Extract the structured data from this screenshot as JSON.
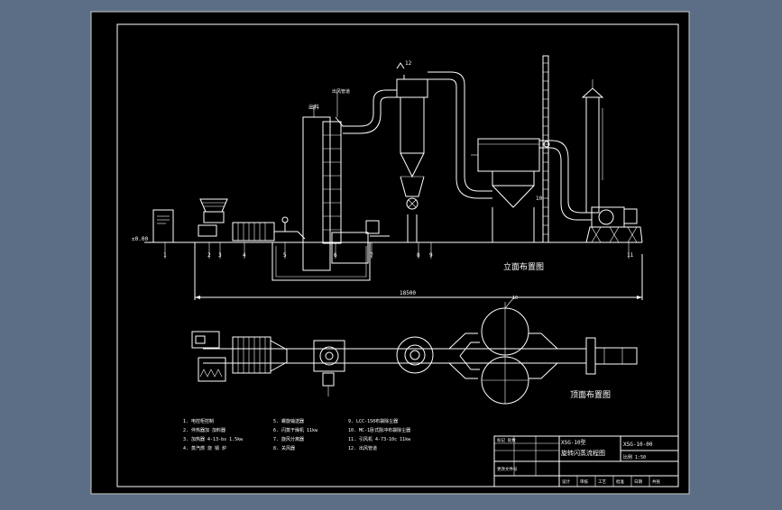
{
  "drawing": {
    "elevation_label": "立面布置图",
    "plan_label": "顶面布置图",
    "overall_dimension": "18500",
    "plan_dim_label": "10",
    "left_level_label": "±0.00",
    "part_numbers": [
      "1",
      "2",
      "3",
      "4",
      "5",
      "6",
      "7",
      "8",
      "9",
      "10",
      "11",
      "12"
    ]
  },
  "legend": [
    {
      "text": "1. 电控柜控制"
    },
    {
      "text": "2. 伴热器加 加料器"
    },
    {
      "text": "3. 加热器 4-13-bs 1.5kw"
    },
    {
      "text": "4. 蒸汽燃 烧 锅 炉"
    },
    {
      "text": "5. 螺旋输送器"
    },
    {
      "text": "6. 闪蒸干燥机 11kw"
    },
    {
      "text": "7. 旋风分离器"
    },
    {
      "text": "8. 关风器"
    },
    {
      "text": "9. LCC-150布袋除尘器"
    },
    {
      "text": "10. MC-1卧式脉冲布袋除尘器"
    },
    {
      "text": "11. 引风机 4-73-10c 11kw"
    },
    {
      "text": "12. 出风管道"
    }
  ],
  "title_block": {
    "code_top": "XSG-10型",
    "drawing_no": "XSG-10-00",
    "name": "旋转闪蒸流程图",
    "scale": "比例 1:50",
    "sheet_row": [
      "设计",
      "审核",
      "工艺",
      "批准",
      "日期",
      "共张"
    ],
    "small_1": "标记 处数",
    "small_2": "更改文件号"
  }
}
